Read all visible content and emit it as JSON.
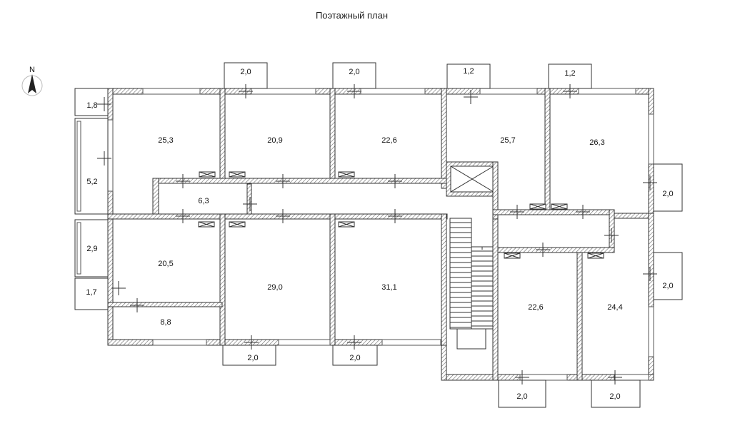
{
  "title": "Поэтажный план",
  "compass": {
    "north_label": "N",
    "icon": "north-arrow-icon"
  },
  "rooms": [
    {
      "id": "r1",
      "area": "25,3"
    },
    {
      "id": "r2",
      "area": "20,9"
    },
    {
      "id": "r3",
      "area": "22,6"
    },
    {
      "id": "r4",
      "area": "25,7"
    },
    {
      "id": "r5",
      "area": "26,3"
    },
    {
      "id": "r6",
      "area": "6,3"
    },
    {
      "id": "r7",
      "area": "20,5"
    },
    {
      "id": "r8",
      "area": "29,0"
    },
    {
      "id": "r9",
      "area": "31,1"
    },
    {
      "id": "r10",
      "area": "8,8"
    },
    {
      "id": "r11",
      "area": "22,6"
    },
    {
      "id": "r12",
      "area": "24,4"
    }
  ],
  "balconies": [
    {
      "id": "b1",
      "area": "2,0"
    },
    {
      "id": "b2",
      "area": "2,0"
    },
    {
      "id": "b3",
      "area": "1,2"
    },
    {
      "id": "b4",
      "area": "1,2"
    },
    {
      "id": "b5",
      "area": "1,8"
    },
    {
      "id": "b6",
      "area": "5,2"
    },
    {
      "id": "b7",
      "area": "2,9"
    },
    {
      "id": "b8",
      "area": "1,7"
    },
    {
      "id": "b9",
      "area": "2,0"
    },
    {
      "id": "b10",
      "area": "2,0"
    },
    {
      "id": "b11",
      "area": "2,0"
    },
    {
      "id": "b12",
      "area": "2,0"
    },
    {
      "id": "b13",
      "area": "2,0"
    },
    {
      "id": "b14",
      "area": "2,0"
    }
  ]
}
